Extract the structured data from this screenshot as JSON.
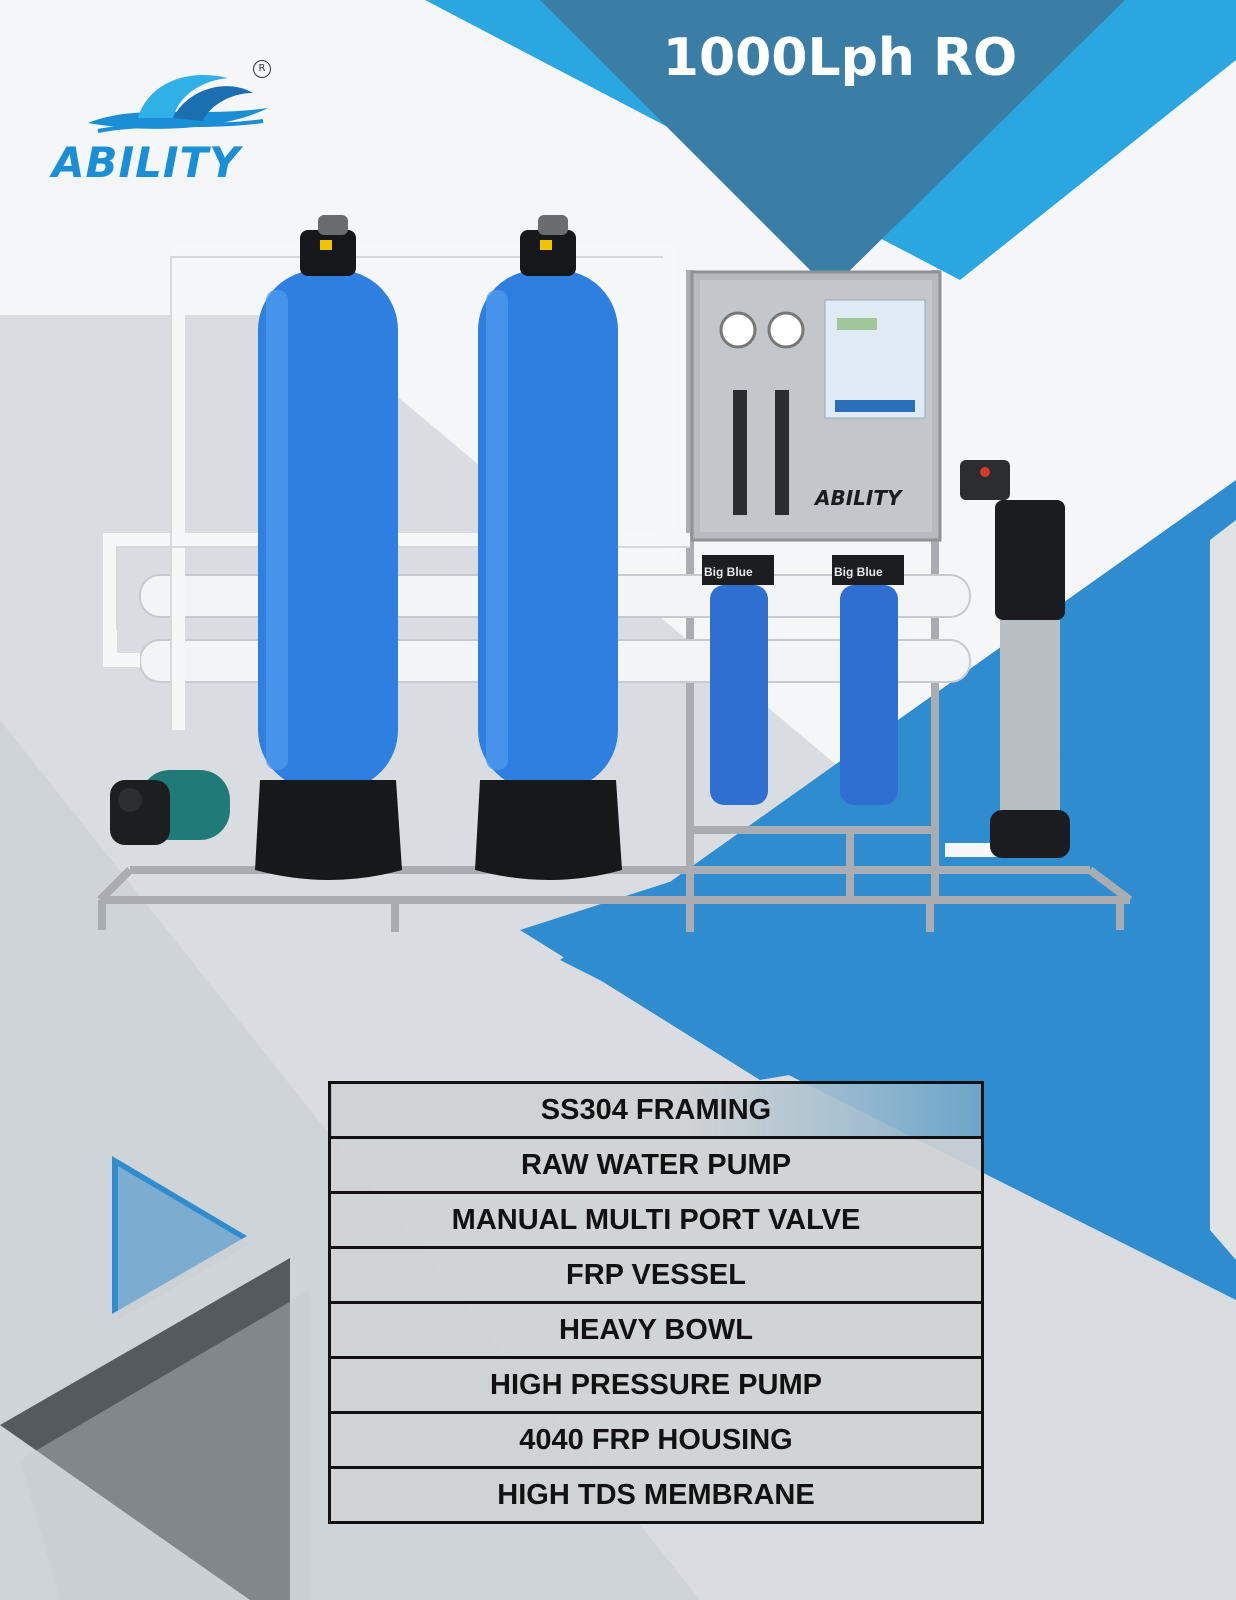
{
  "header": {
    "title": "1000Lph RO"
  },
  "brand": {
    "name": "ABILITY",
    "registered_mark": "R",
    "panel_name": "ABILITY"
  },
  "filter_labels": [
    "Big Blue",
    "Big Blue"
  ],
  "features": [
    "SS304 FRAMING",
    "RAW WATER PUMP",
    "MANUAL MULTI PORT VALVE",
    "FRP VESSEL",
    "HEAVY BOWL",
    "HIGH PRESSURE PUMP",
    "4040 FRP HOUSING",
    "HIGH TDS MEMBRANE"
  ],
  "colors": {
    "dark_blue": "#3a7ea6",
    "bright_blue": "#2aa6e0",
    "mid_blue": "#2f8ccf",
    "gray_triangle": "#555a5f",
    "vessel_blue": "#2f7fe0"
  }
}
